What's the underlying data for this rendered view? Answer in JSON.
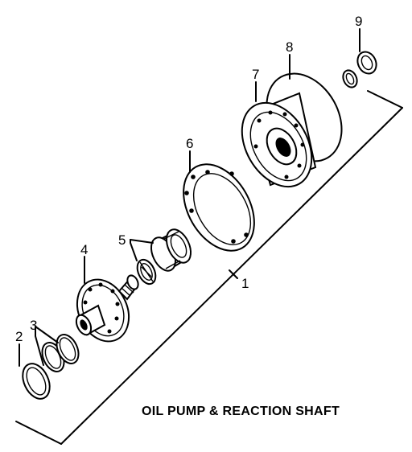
{
  "caption": "OIL PUMP & REACTION SHAFT",
  "callouts": {
    "c1": "1",
    "c2": "2",
    "c3": "3",
    "c4": "4",
    "c5": "5",
    "c6": "6",
    "c7": "7",
    "c8": "8",
    "c9": "9"
  }
}
